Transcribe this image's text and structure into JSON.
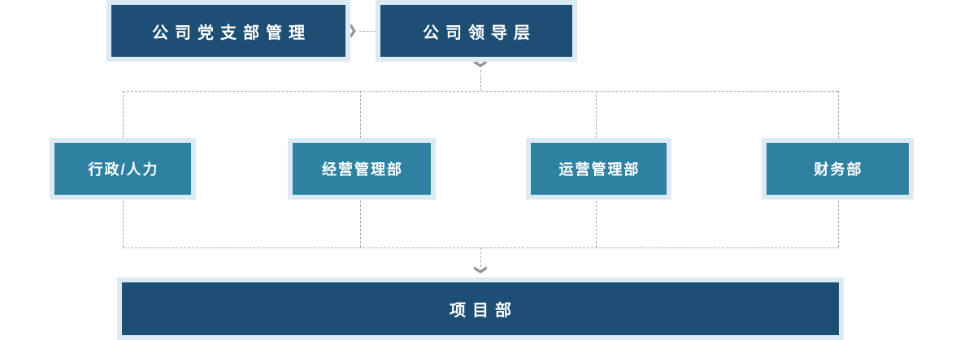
{
  "diagram": {
    "type": "org-chart",
    "nodes": {
      "party": {
        "label": "公司党支部管理",
        "level": "top"
      },
      "leadership": {
        "label": "公司领导层",
        "level": "top"
      },
      "departments": [
        {
          "label": "行政/人力"
        },
        {
          "label": "经营管理部"
        },
        {
          "label": "运营管理部"
        },
        {
          "label": "财务部"
        }
      ],
      "project": {
        "label": "项目部",
        "level": "bottom"
      }
    },
    "edges": [
      {
        "from": "公司党支部管理",
        "to": "公司领导层",
        "style": "dashed-arrow"
      },
      {
        "from": "公司领导层",
        "to": "行政/人力",
        "style": "dashed"
      },
      {
        "from": "公司领导层",
        "to": "经营管理部",
        "style": "dashed"
      },
      {
        "from": "公司领导层",
        "to": "运营管理部",
        "style": "dashed"
      },
      {
        "from": "公司领导层",
        "to": "财务部",
        "style": "dashed"
      },
      {
        "from": "departments-bus",
        "to": "项目部",
        "style": "dashed-arrow"
      }
    ]
  },
  "icons": {
    "chevron_right": "❯",
    "chevron_down": "❯"
  },
  "colors": {
    "node_navy": "#1d4e74",
    "node_teal": "#2e81a0",
    "node_halo": "#dcebf3",
    "connector": "#a9a9a9",
    "arrow": "#8f9699",
    "label_text": "#ffffff",
    "background": "#ffffff"
  }
}
